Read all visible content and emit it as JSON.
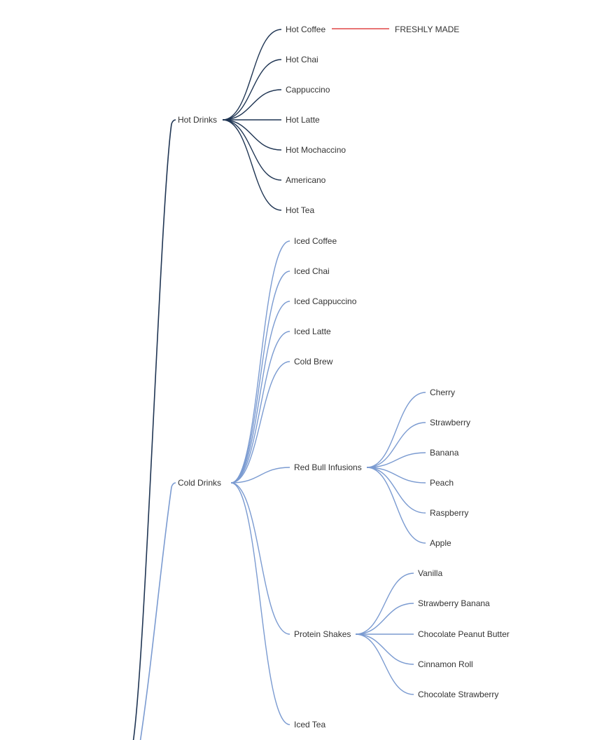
{
  "colors": {
    "hot_branch": "#1f3553",
    "cold_branch": "#7b9bd1",
    "callout_line": "#e04646",
    "text": "#333333"
  },
  "tree": {
    "hot": {
      "label": "Hot Drinks",
      "children": [
        "Hot Coffee",
        "Hot Chai",
        "Cappuccino",
        "Hot Latte",
        "Hot Mochaccino",
        "Americano",
        "Hot Tea"
      ],
      "callout": "FRESHLY MADE"
    },
    "cold": {
      "label": "Cold Drinks",
      "children": [
        "Iced Coffee",
        "Iced Chai",
        "Iced Cappuccino",
        "Iced Latte",
        "Cold Brew",
        "Red Bull Infusions",
        "Protein Shakes",
        "Iced Tea"
      ],
      "red_bull": [
        "Cherry",
        "Strawberry",
        "Banana",
        "Peach",
        "Raspberry",
        "Apple"
      ],
      "protein": [
        "Vanilla",
        "Strawberry Banana",
        "Chocolate Peanut Butter",
        "Cinnamon Roll",
        "Chocolate Strawberry"
      ]
    }
  }
}
